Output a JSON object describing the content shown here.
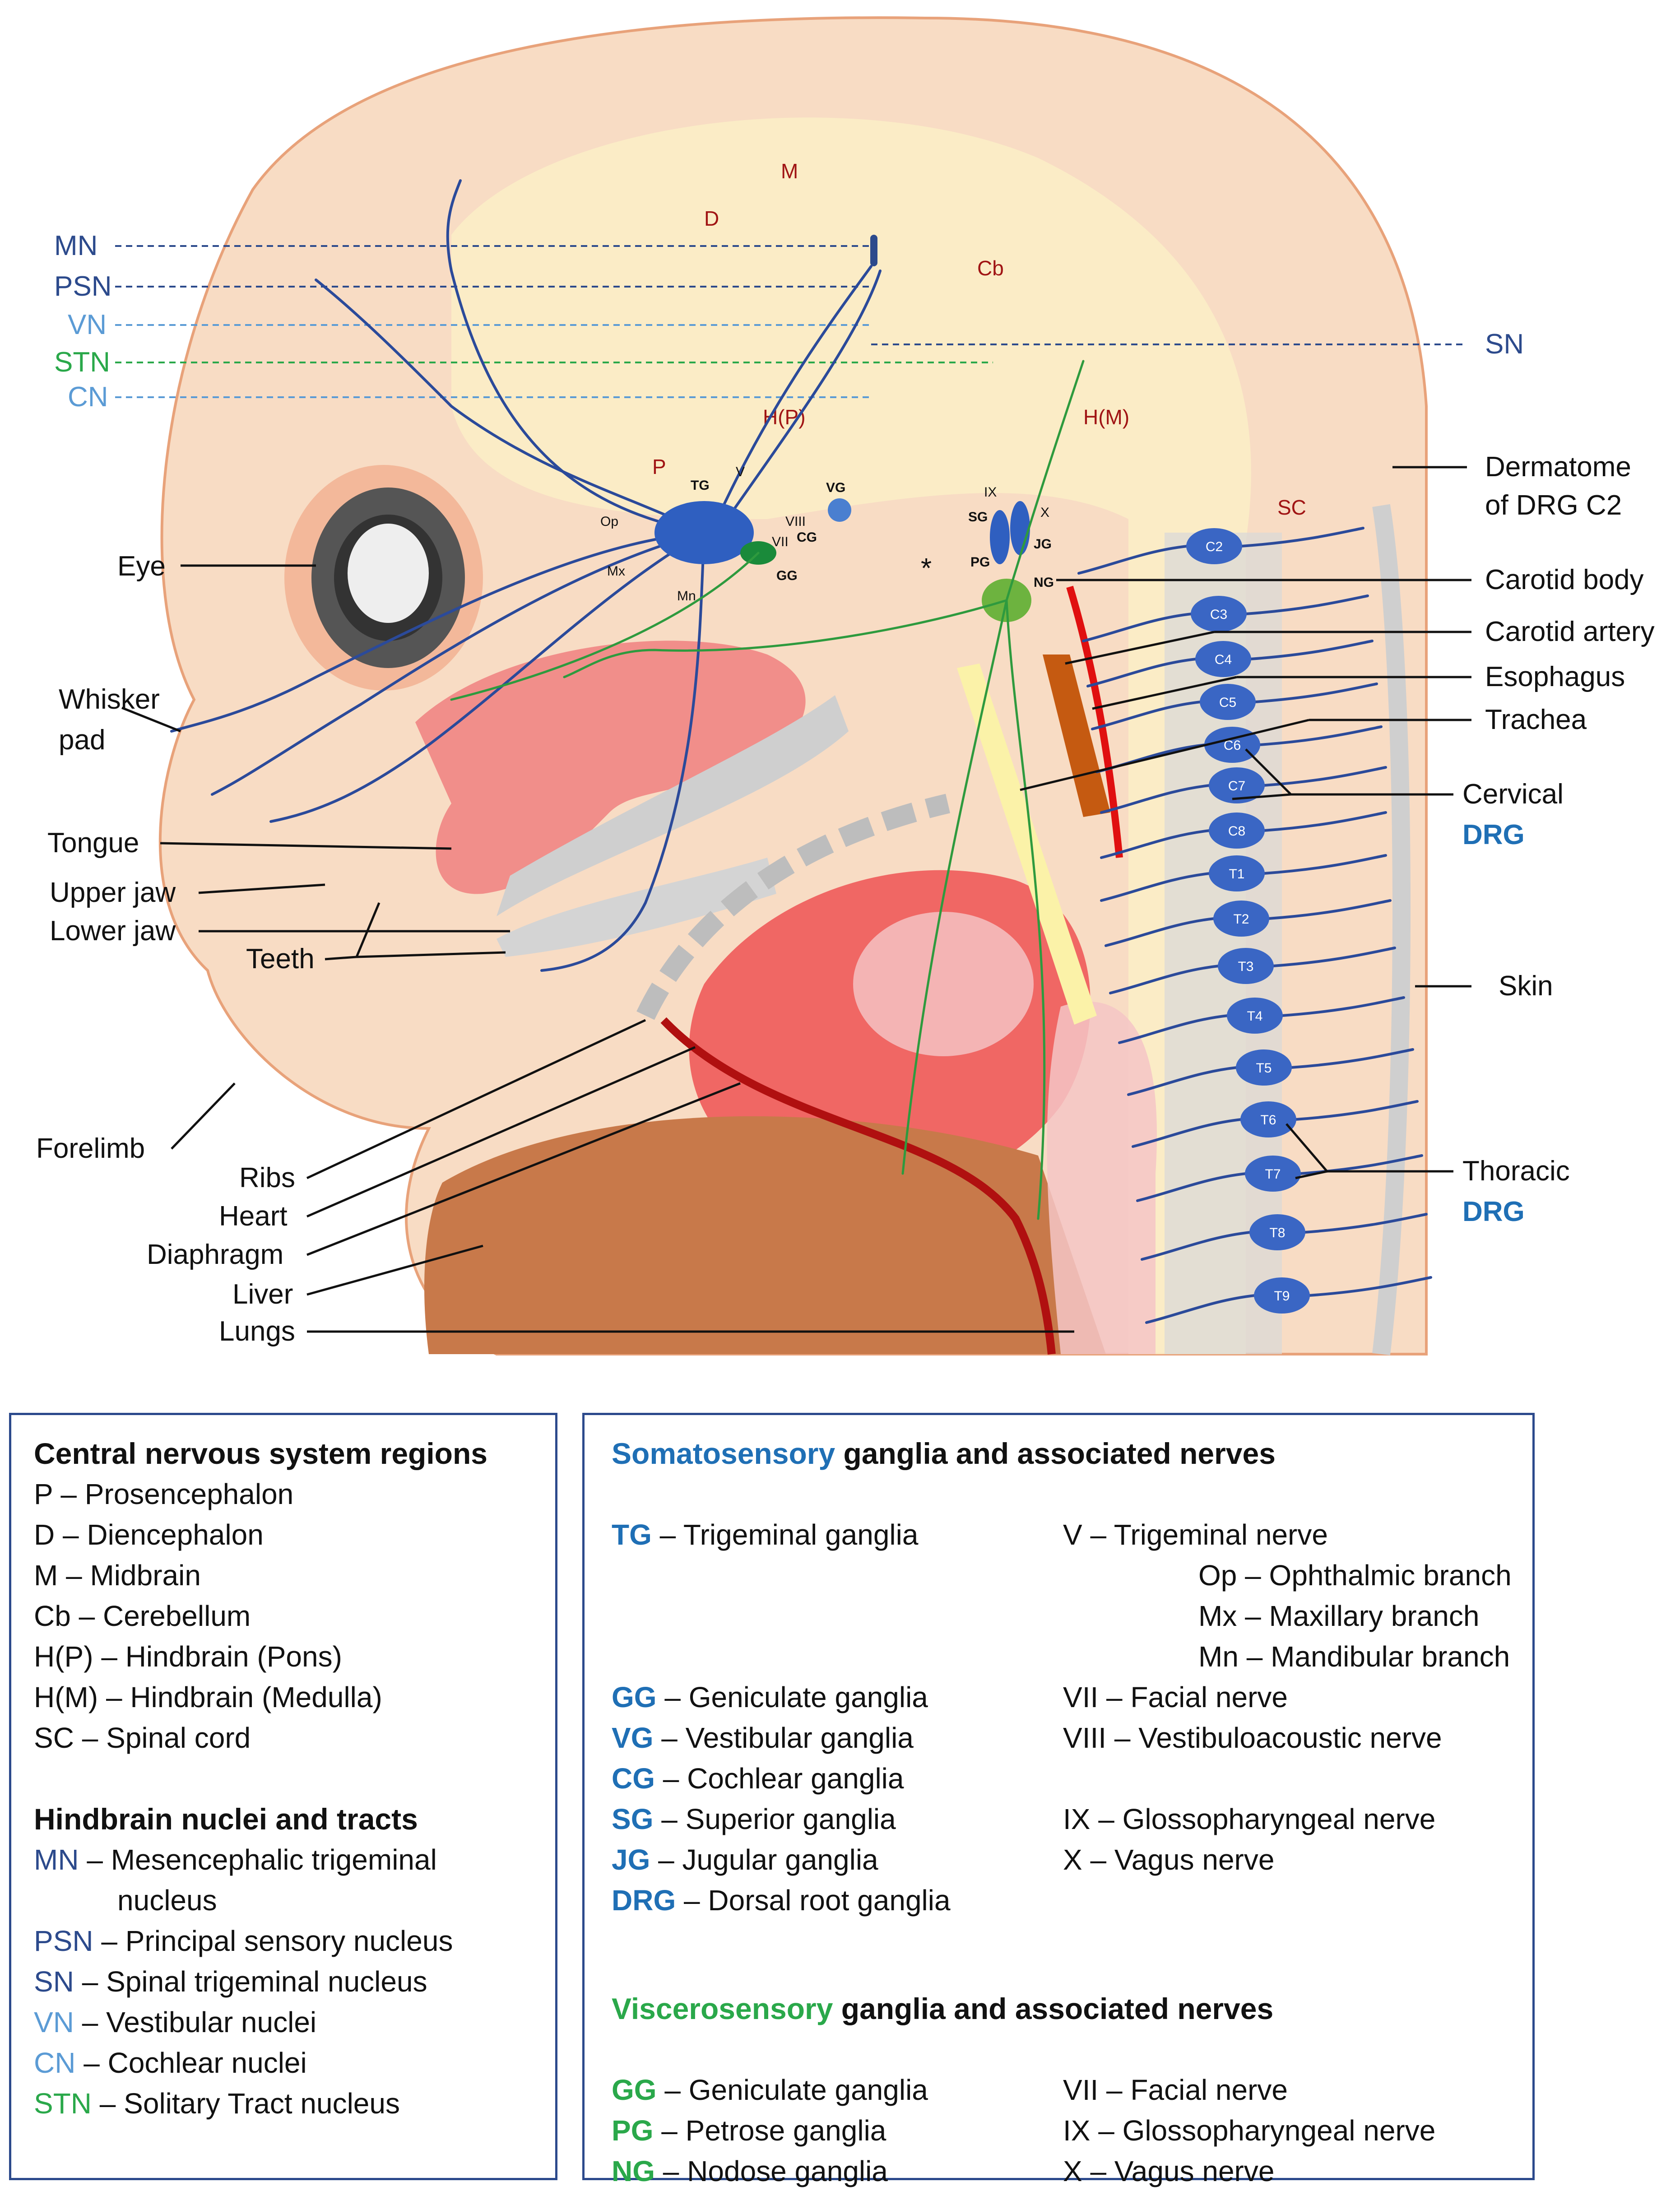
{
  "diagram": {
    "brain_regions": {
      "M": "M",
      "D": "D",
      "Cb": "Cb",
      "HP": "H(P)",
      "HM": "H(M)",
      "P": "P",
      "SC": "SC"
    },
    "left_nuclei": {
      "MN": "MN",
      "PSN": "PSN",
      "VN": "VN",
      "STN": "STN",
      "CN": "CN"
    },
    "right_nucleus": "SN",
    "small_labels": {
      "TG": "TG",
      "V": "V",
      "Op": "Op",
      "Mx": "Mx",
      "Mn": "Mn",
      "VII": "VII",
      "VIII": "VIII",
      "CG": "CG",
      "VG": "VG",
      "GG": "GG",
      "IX": "IX",
      "X": "X",
      "SG": "SG",
      "JG": "JG",
      "PG": "PG",
      "NG": "NG",
      "asterisk": "*"
    },
    "left_labels": {
      "eye": "Eye",
      "whisker1": "Whisker",
      "whisker2": "pad",
      "tongue": "Tongue",
      "upper_jaw": "Upper jaw",
      "lower_jaw": "Lower jaw",
      "teeth": "Teeth",
      "forelimb": "Forelimb",
      "ribs": "Ribs",
      "heart": "Heart",
      "diaphragm": "Diaphragm",
      "liver": "Liver",
      "lungs": "Lungs"
    },
    "right_labels": {
      "dermatome1": "Dermatome",
      "dermatome2": "of DRG C2",
      "carotid_body": "Carotid body",
      "carotid_artery": "Carotid artery",
      "esophagus": "Esophagus",
      "trachea": "Trachea",
      "cervical": "Cervical",
      "cervical_drg": "DRG",
      "skin": "Skin",
      "thoracic": "Thoracic",
      "thoracic_drg": "DRG"
    },
    "drg_labels": [
      "C2",
      "C3",
      "C4",
      "C5",
      "C6",
      "C7",
      "C8",
      "T1",
      "T2",
      "T3",
      "T4",
      "T5",
      "T6",
      "T7",
      "T8",
      "T9"
    ]
  },
  "legend_left": {
    "title": "Central nervous system regions",
    "regions": [
      {
        "abbr": "P",
        "desc": " – Prosencephalon"
      },
      {
        "abbr": "D",
        "desc": " – Diencephalon"
      },
      {
        "abbr": "M",
        "desc": " – Midbrain"
      },
      {
        "abbr": "Cb",
        "desc": " – Cerebellum"
      },
      {
        "abbr": "H(P)",
        "desc": " – Hindbrain (Pons)"
      },
      {
        "abbr": "H(M)",
        "desc": " – Hindbrain (Medulla)"
      },
      {
        "abbr": "SC",
        "desc": " – Spinal cord"
      }
    ],
    "subtitle": "Hindbrain nuclei and tracts",
    "nuclei": [
      {
        "abbr": "MN",
        "desc": " – Mesencephalic trigeminal",
        "desc2": "nucleus",
        "color": "#2c4a8c"
      },
      {
        "abbr": "PSN",
        "desc": " – Principal sensory nucleus",
        "color": "#2c4a8c"
      },
      {
        "abbr": "SN",
        "desc": " – Spinal trigeminal nucleus",
        "color": "#2c4a8c"
      },
      {
        "abbr": "VN",
        "desc": " – Vestibular nuclei",
        "color": "#5b9bd5"
      },
      {
        "abbr": "CN",
        "desc": " – Cochlear nuclei",
        "color": "#5b9bd5"
      },
      {
        "abbr": "STN",
        "desc": " – Solitary Tract nucleus",
        "color": "#2aa84a"
      }
    ]
  },
  "legend_right": {
    "soma_title_colored": "Somatosensory",
    "soma_title_rest": " ganglia and associated nerves",
    "soma_ganglia": [
      {
        "abbr": "TG",
        "desc": " – Trigeminal ganglia"
      },
      {
        "abbr": "GG",
        "desc": " – Geniculate ganglia"
      },
      {
        "abbr": "VG",
        "desc": " – Vestibular ganglia"
      },
      {
        "abbr": "CG",
        "desc": " – Cochlear ganglia"
      },
      {
        "abbr": "SG",
        "desc": " – Superior ganglia"
      },
      {
        "abbr": "JG",
        "desc": " – Jugular ganglia"
      },
      {
        "abbr": "DRG",
        "desc": " – Dorsal root ganglia"
      }
    ],
    "soma_nerves": {
      "v": "V – Trigeminal nerve",
      "op": "Op – Ophthalmic branch",
      "mx": "Mx – Maxillary branch",
      "mn": "Mn – Mandibular branch",
      "vii": "VII – Facial nerve",
      "viii": "VIII – Vestibuloacoustic nerve",
      "ix": "IX – Glossopharyngeal nerve",
      "x": "X – Vagus nerve"
    },
    "visc_title_colored": "Viscerosensory",
    "visc_title_rest": " ganglia and associated nerves",
    "visc_ganglia": [
      {
        "abbr": "GG",
        "desc": " – Geniculate ganglia"
      },
      {
        "abbr": "PG",
        "desc": " – Petrose ganglia"
      },
      {
        "abbr": "NG",
        "desc": " – Nodose ganglia"
      }
    ],
    "visc_nerves": [
      "VII – Facial nerve",
      "IX – Glossopharyngeal nerve",
      "X – Vagus nerve"
    ]
  },
  "colors": {
    "somato": "#1f6fb5",
    "viscero": "#2aa84a",
    "nucleus_dark": "#2c4a8c",
    "nucleus_light": "#5b9bd5",
    "region": "#a01414"
  }
}
